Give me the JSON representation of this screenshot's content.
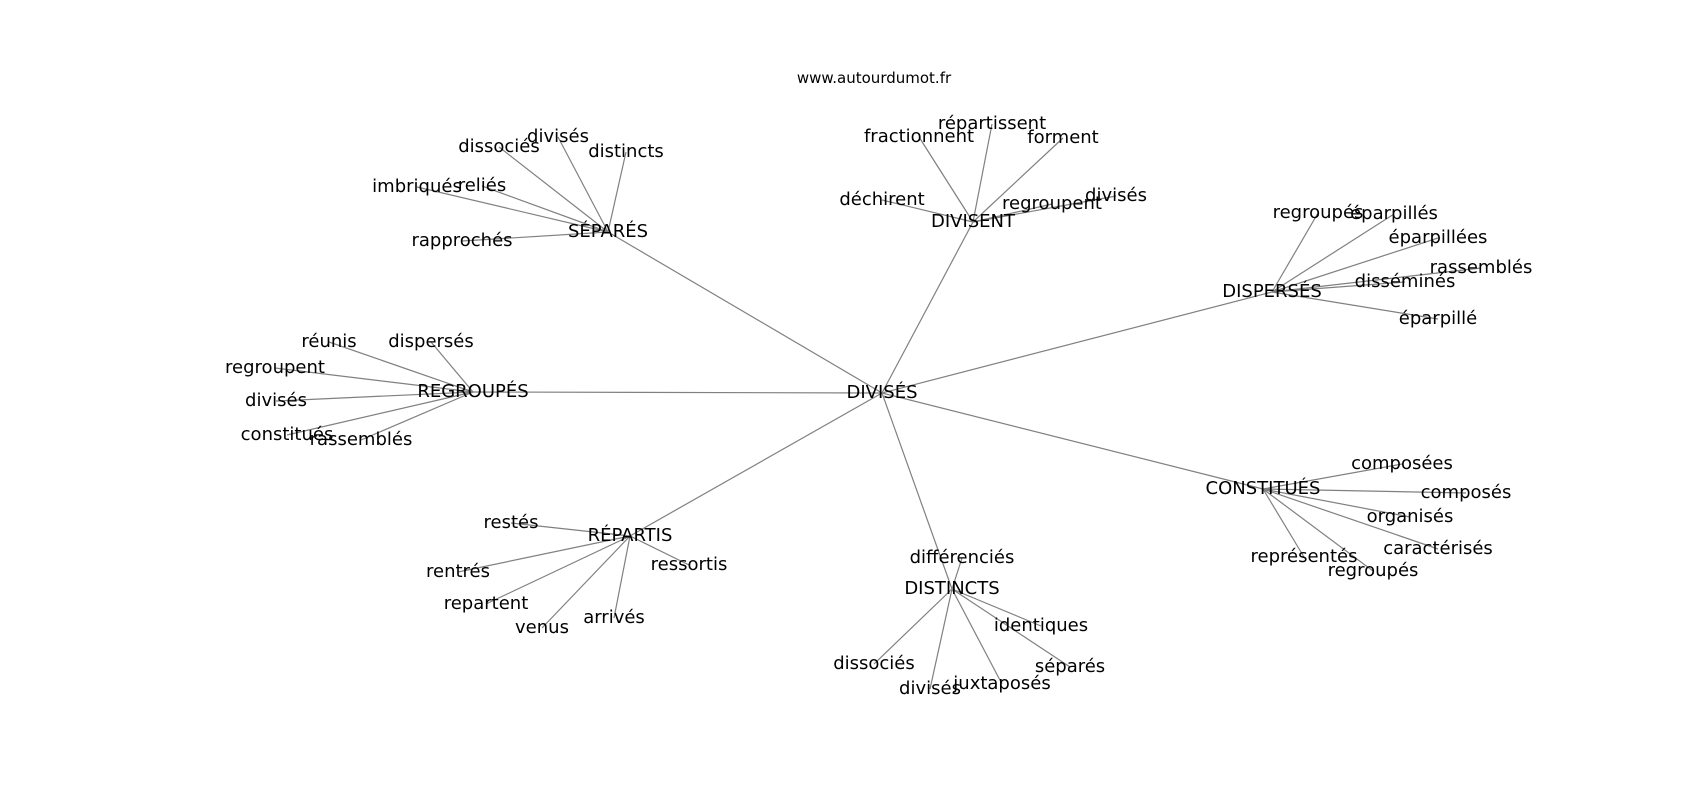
{
  "site": "www.autourdumot.fr",
  "center": "DIVISÉS",
  "clusters": [
    {
      "hub": "SÉPARÉS",
      "words": [
        "dissociés",
        "divisés",
        "distincts",
        "imbriqués",
        "reliés",
        "rapprochés"
      ]
    },
    {
      "hub": "DIVISENT",
      "words": [
        "fractionnent",
        "répartissent",
        "forment",
        "déchirent",
        "regroupent",
        "divisés"
      ]
    },
    {
      "hub": "DISPERSÉS",
      "words": [
        "regroupés",
        "éparpillés",
        "éparpillées",
        "rassemblés",
        "disséminés",
        "éparpillé"
      ]
    },
    {
      "hub": "REGROUPÉS",
      "words": [
        "réunis",
        "dispersés",
        "regroupent",
        "divisés",
        "constitués",
        "rassemblés"
      ]
    },
    {
      "hub": "CONSTITUÉS",
      "words": [
        "composées",
        "composés",
        "organisés",
        "caractérisés",
        "représentés",
        "regroupés"
      ]
    },
    {
      "hub": "RÉPARTIS",
      "words": [
        "restés",
        "ressortis",
        "rentrés",
        "repartent",
        "venus",
        "arrivés"
      ]
    },
    {
      "hub": "DISTINCTS",
      "words": [
        "différenciés",
        "identiques",
        "séparés",
        "dissociés",
        "divisés",
        "juxtaposés"
      ]
    }
  ]
}
